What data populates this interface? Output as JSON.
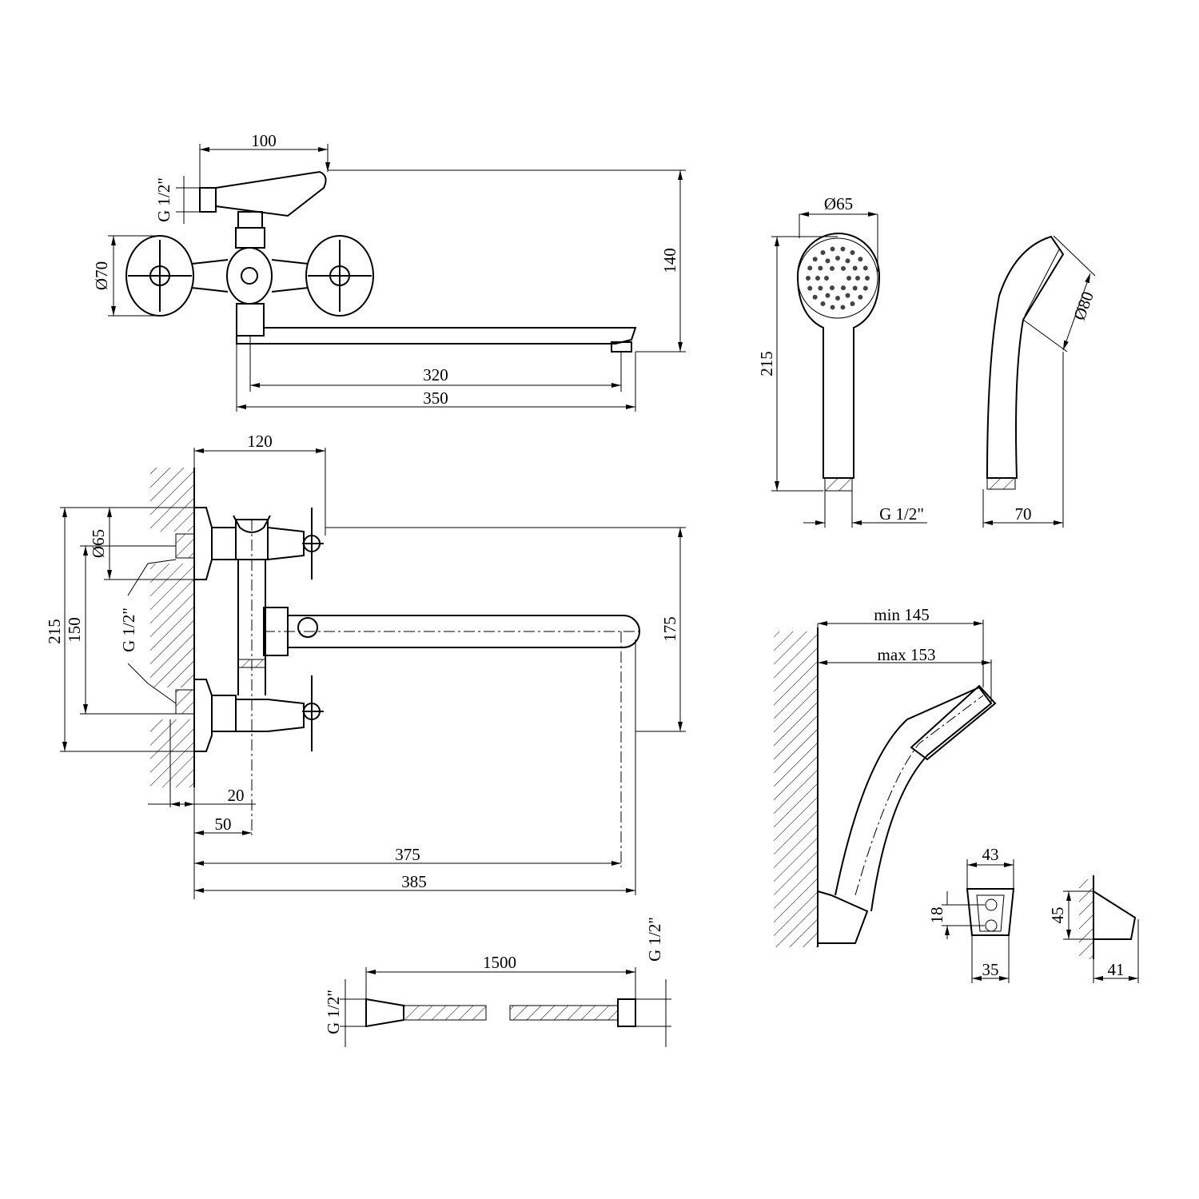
{
  "top_view": {
    "width_handle": "100",
    "thread": "G 1/2\"",
    "flange_dia": "Ø70",
    "height": "140",
    "spout_reach_inner": "320",
    "spout_reach_outer": "350"
  },
  "front_view": {
    "depth": "120",
    "flange_dia": "Ø65",
    "total_height": "215",
    "inlet_spacing": "150",
    "thread": "G 1/2\"",
    "spout_height": "175",
    "offset_small": "20",
    "offset_body": "50",
    "spout_inner": "375",
    "spout_outer": "385"
  },
  "hand_shower": {
    "head_dia": "Ø65",
    "length": "215",
    "thread": "G 1/2\"",
    "side_dia": "Ø80",
    "depth": "70"
  },
  "holder": {
    "min_reach": "min 145",
    "max_reach": "max 153",
    "width_top": "43",
    "hole_spacing": "18",
    "width_bottom": "35",
    "height": "45",
    "depth": "41"
  },
  "hose": {
    "length": "1500",
    "thread_left": "G 1/2\"",
    "thread_right": "G 1/2\""
  }
}
